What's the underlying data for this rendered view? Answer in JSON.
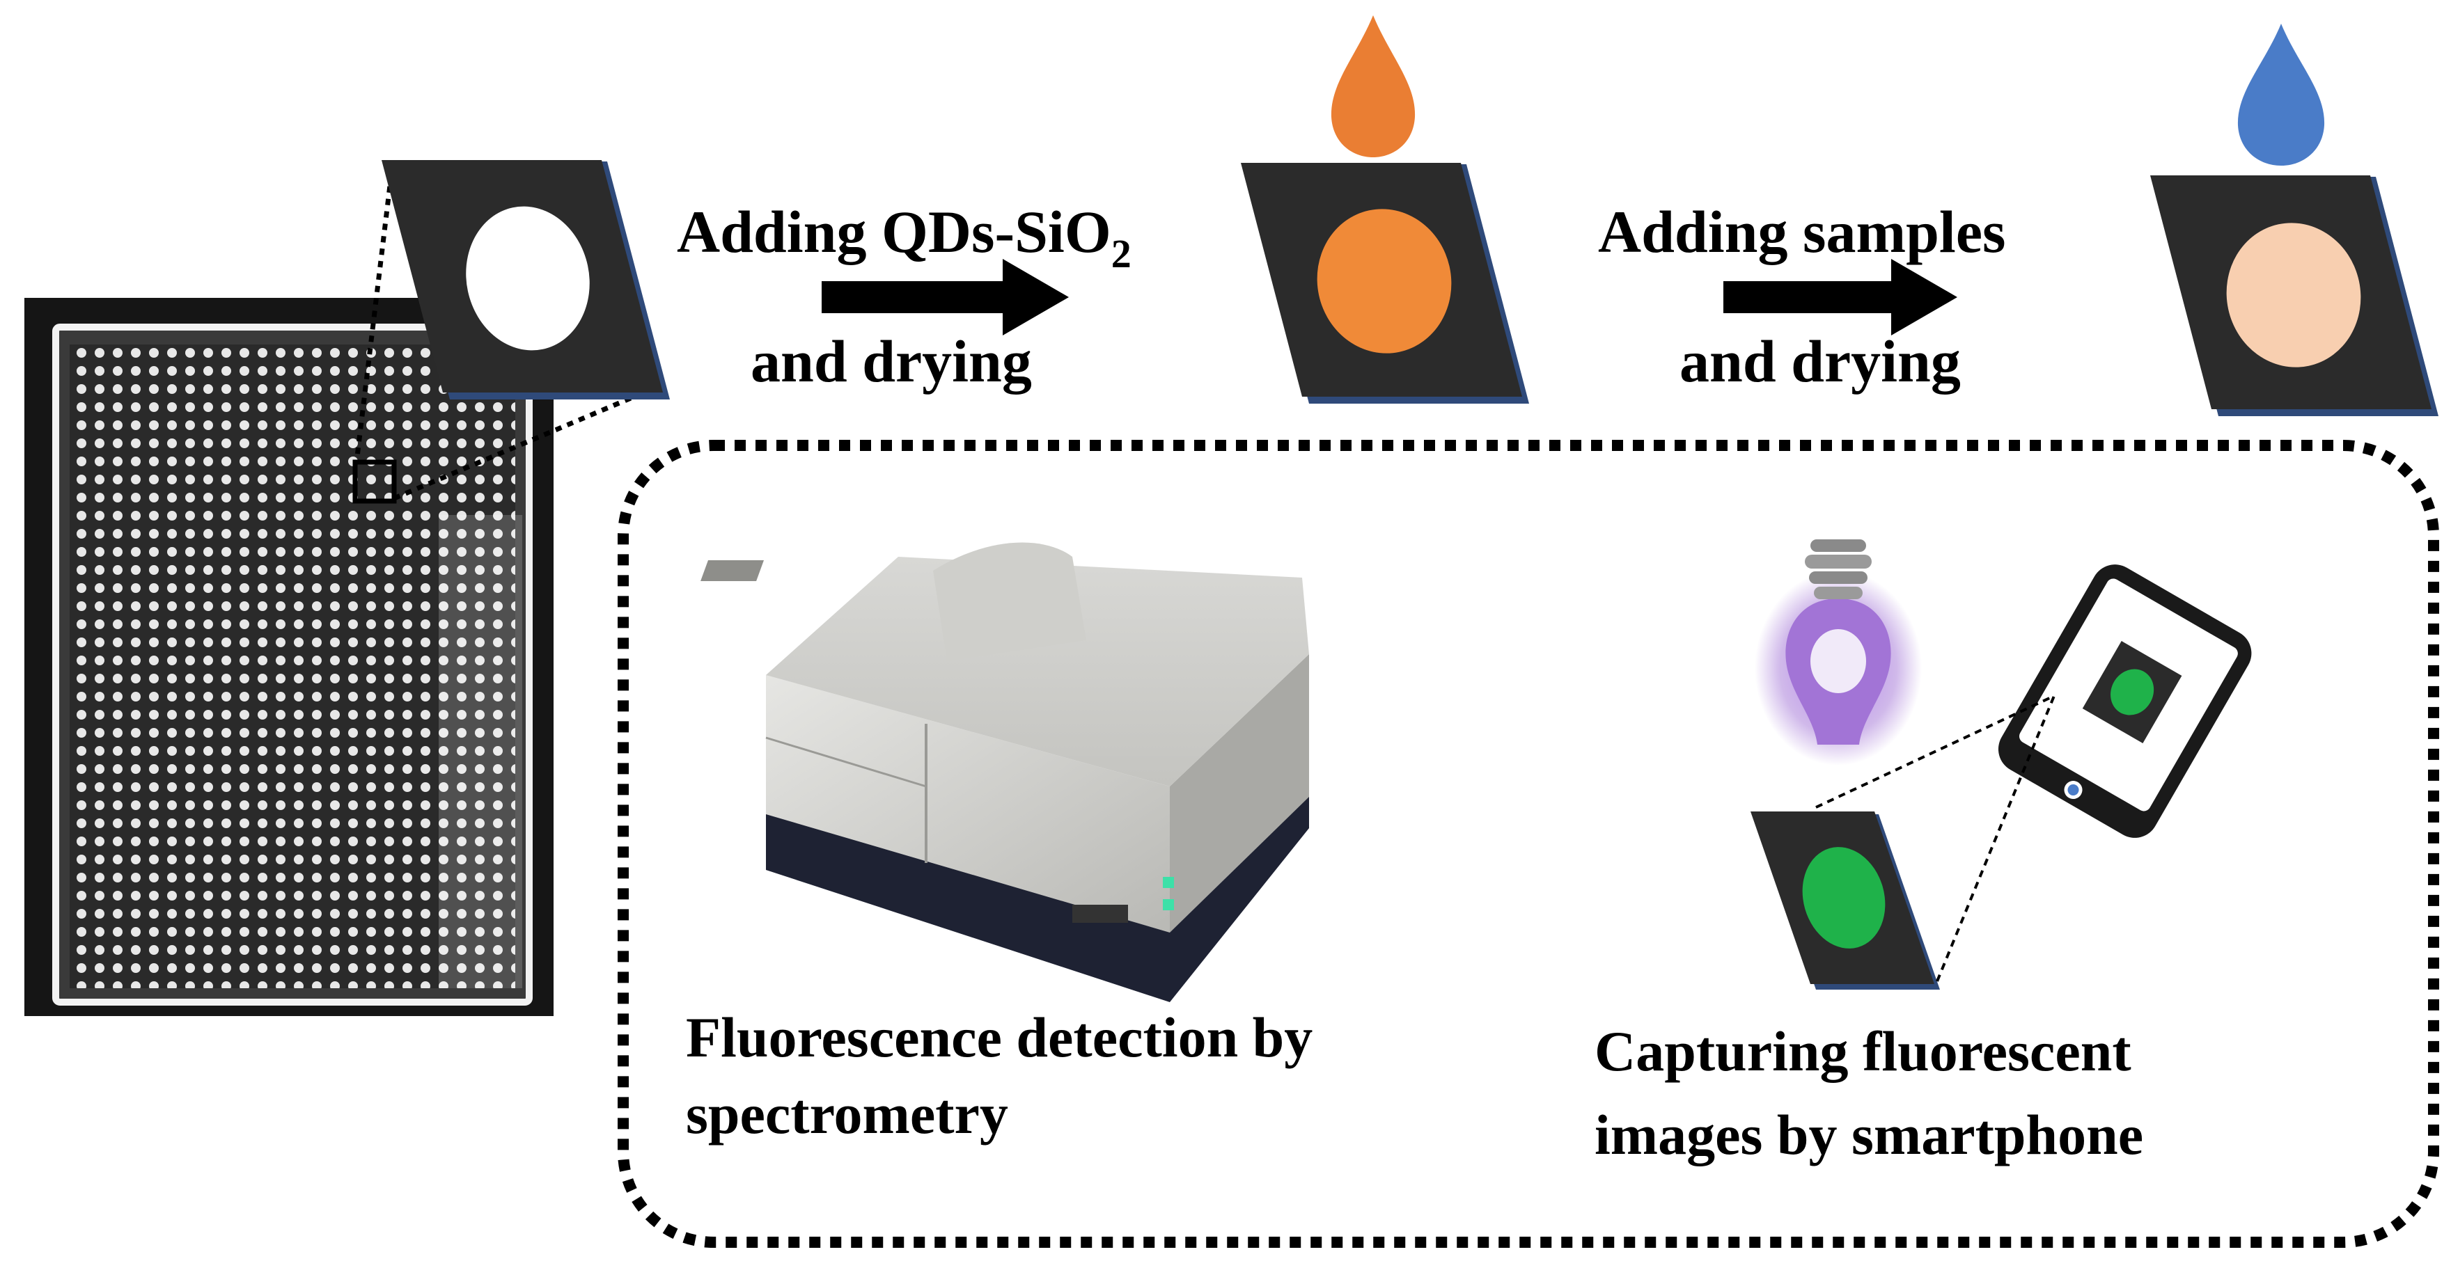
{
  "colors": {
    "chip": "#2b2b2b",
    "chip_edge": "#2f4a7a",
    "qd_orange": "#f08a38",
    "drop_orange": "#ea7e33",
    "sample_peach": "#f8cfb0",
    "drop_blue": "#4a7cc8",
    "fluorescent_green": "#1fb24a",
    "uv_purple": "#a274d6",
    "plate_dark": "#2a2a2a",
    "plate_dot": "#e8e8e8"
  },
  "steps": {
    "step1": {
      "line1_main": "Adding QDs-SiO",
      "line1_sub": "2",
      "line2": "and drying"
    },
    "step2": {
      "line1": "Adding samples",
      "line2": "and drying"
    }
  },
  "detection": {
    "spectrometry": {
      "line1": "Fluorescence detection by",
      "line2": "spectrometry"
    },
    "smartphone": {
      "line1": "Capturing fluorescent",
      "line2": "images by smartphone"
    }
  },
  "icons": {
    "plate": "microplate-photo-icon",
    "spectrometer": "spectrofluorometer-icon",
    "uv_lamp": "uv-lamp-icon",
    "phone": "smartphone-icon",
    "drop": "droplet-icon"
  }
}
